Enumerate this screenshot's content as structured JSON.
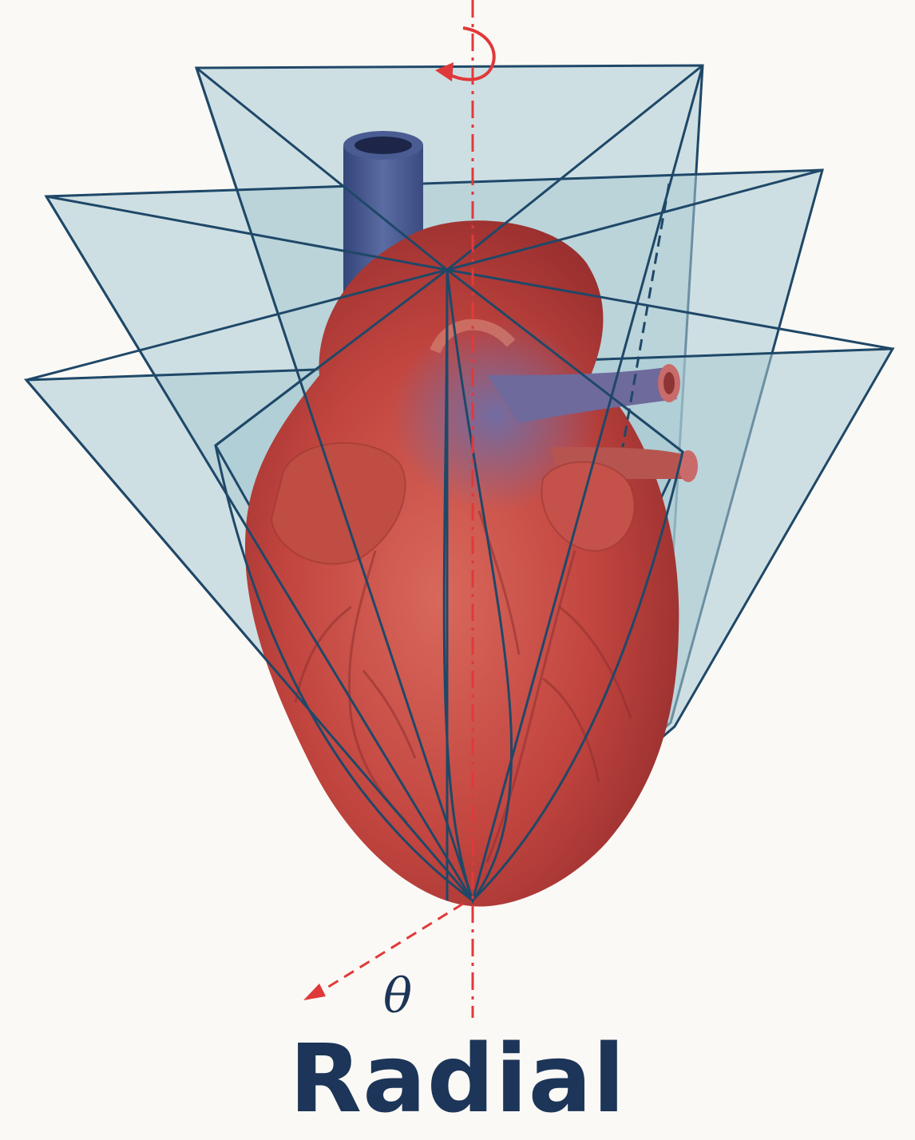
{
  "diagram": {
    "caption": "Radial",
    "angle_symbol": "θ",
    "colors": {
      "background": "#fbf9f5",
      "plane_fill": "#a9cad3",
      "plane_stroke": "#1f4868",
      "axis": "#e0393a",
      "myocardium": "#c2453f",
      "vessel_blue": "#4a5c92",
      "caption": "#1c3558"
    },
    "icons": {
      "rotation_arrow": "curved-arrow-icon",
      "angle_arrow": "dashed-arrow-icon"
    },
    "plane_count": 4
  }
}
